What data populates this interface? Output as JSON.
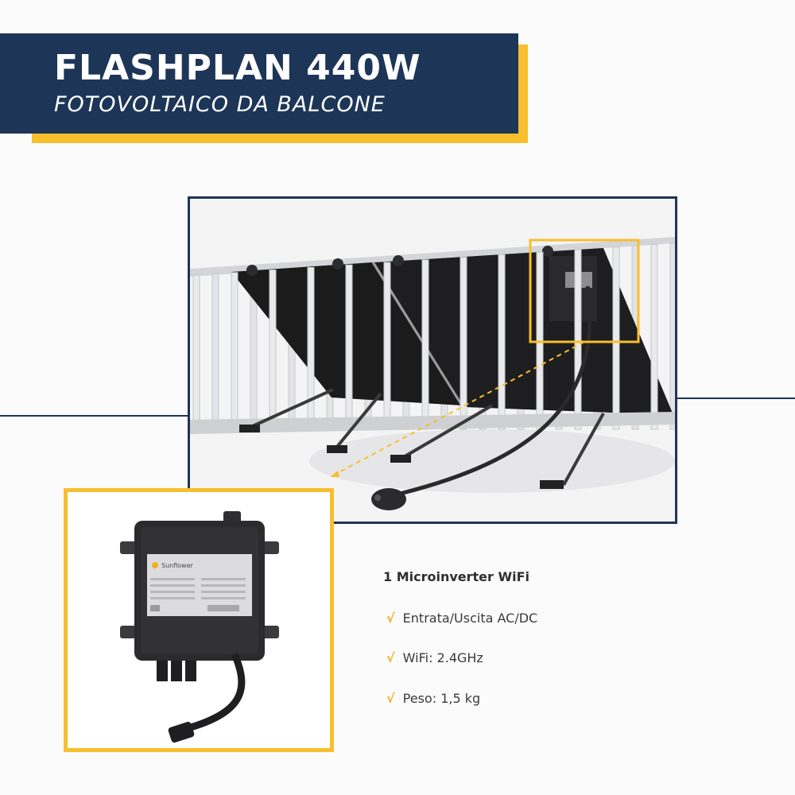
{
  "header": {
    "title": "FLASHPLAN 440W",
    "subtitle": "FOTOVOLTAICO DA BALCONE"
  },
  "inverter_label": {
    "brand": "Sunflower"
  },
  "features": {
    "title": "1 Microinverter WiFi",
    "items": [
      {
        "check": "√",
        "text": "Entrata/Uscita AC/DC"
      },
      {
        "check": "√",
        "text": "WiFi: 2.4GHz"
      },
      {
        "check": "√",
        "text": "Peso: 1,5 kg"
      }
    ]
  },
  "colors": {
    "navy": "#1d3557",
    "yellow": "#f7bf2e",
    "panel": "#1a1a1a",
    "railing": "#dcdde0"
  }
}
